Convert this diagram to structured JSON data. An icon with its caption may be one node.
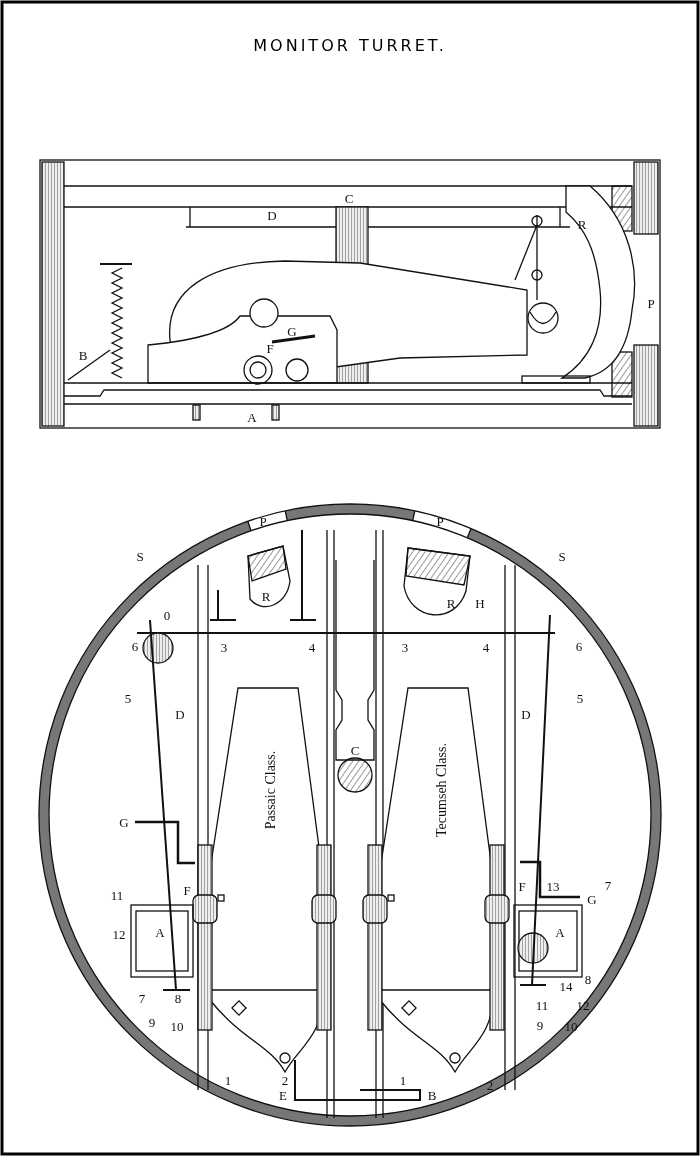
{
  "diagram": {
    "title": "MONITOR TURRET.",
    "labels": [
      "C",
      "D",
      "R",
      "P",
      "G",
      "F",
      "B",
      "A",
      "P",
      "P",
      "S",
      "S",
      "R",
      "R",
      "H",
      "0",
      "6",
      "3",
      "4",
      "3",
      "4",
      "6",
      "5",
      "D",
      "D",
      "5",
      "Passaic Class.",
      "C",
      "Tecumseh Class.",
      "G",
      "11",
      "F",
      "F",
      "13",
      "7",
      "G",
      "12",
      "A",
      "A",
      "14",
      "8",
      "7",
      "8",
      "11",
      "12",
      "9",
      "10",
      "9",
      "10",
      "1",
      "2",
      "1",
      "2",
      "E",
      "B"
    ]
  }
}
